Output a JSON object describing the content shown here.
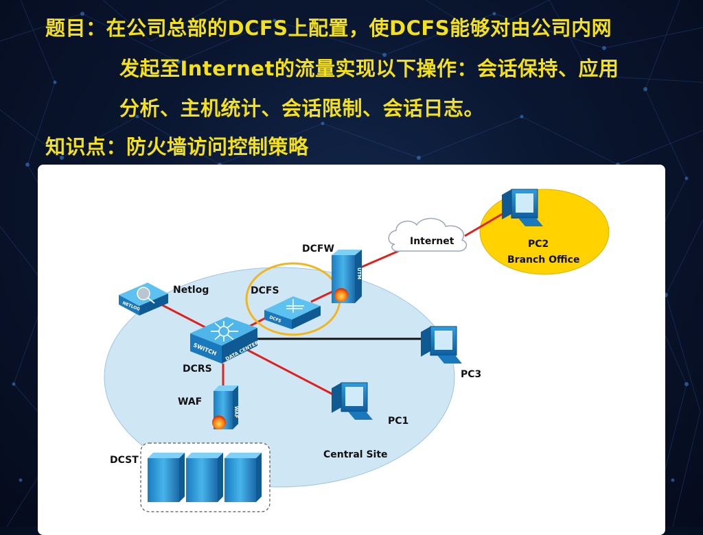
{
  "header": {
    "line1": "题目：在公司总部的DCFS上配置，使DCFS能够对由公司内网",
    "line2": "发起至Internet的流量实现以下操作：会话保持、应用",
    "line3": "分析、主机统计、会话限制、会话日志。",
    "line4": "知识点：防火墙访问控制策略"
  },
  "diagram": {
    "nodes": {
      "internet": "Internet",
      "pc2": "PC2",
      "branch_office": "Branch Office",
      "dcfw": "DCFW",
      "dcfs": "DCFS",
      "netlog": "Netlog",
      "dcrs": "DCRS",
      "pc3": "PC3",
      "pc1": "PC1",
      "waf": "WAF",
      "dcst": "DCST",
      "central_site": "Central Site"
    },
    "device_text": {
      "utm": "UTM",
      "waf": "WAF",
      "switch": "SWITCH",
      "data_center": "DATA CENTER",
      "dcfs": "DCFS",
      "netlog": "NETLOG"
    },
    "colors": {
      "title_text": "#f5e11a",
      "link_red": "#e0201c",
      "link_black": "#111111",
      "site_circle": "#cfe6f4",
      "branch_circle": "#ffd200",
      "highlight_ring": "#f2b51c",
      "device_blue": "#1e8fd0"
    }
  }
}
